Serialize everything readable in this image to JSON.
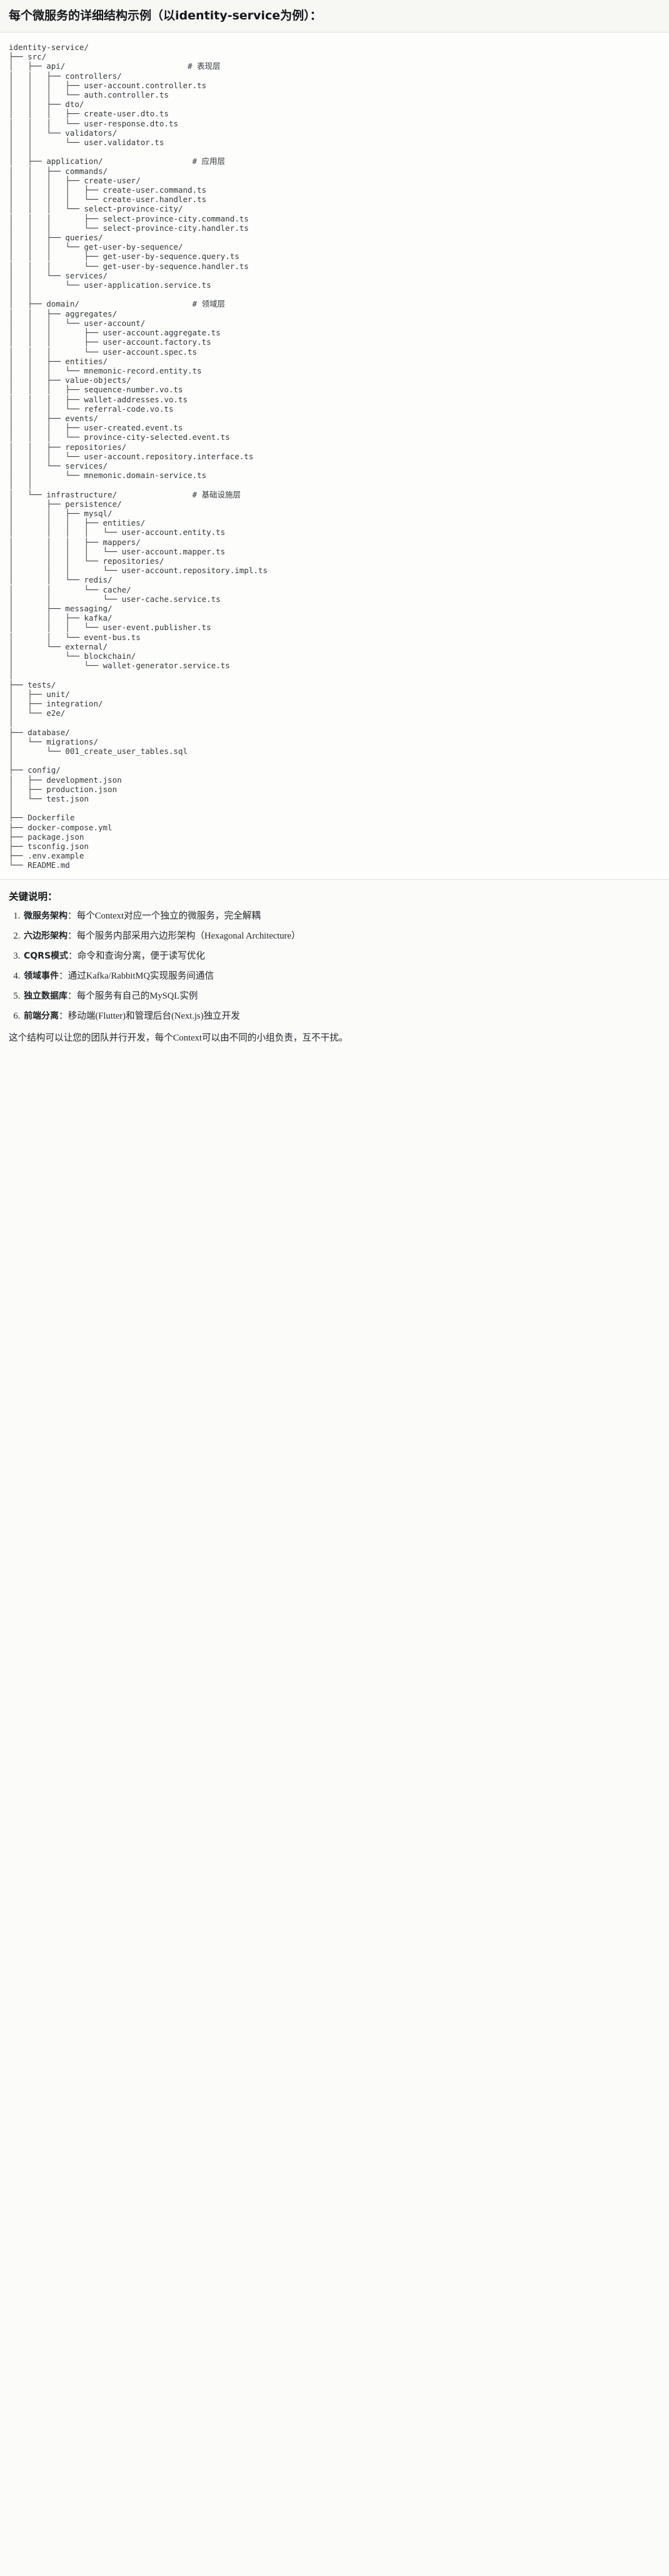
{
  "title": {
    "text": "每个微服务的详细结构示例（以identity-service为例）："
  },
  "tree": {
    "text": "identity-service/\n├── src/\n│   ├── api/                          # 表现层\n│   │   ├── controllers/\n│   │   │   ├── user-account.controller.ts\n│   │   │   └── auth.controller.ts\n│   │   ├── dto/\n│   │   │   ├── create-user.dto.ts\n│   │   │   └── user-response.dto.ts\n│   │   └── validators/\n│   │       └── user.validator.ts\n│   │\n│   ├── application/                   # 应用层\n│   │   ├── commands/\n│   │   │   ├── create-user/\n│   │   │   │   ├── create-user.command.ts\n│   │   │   │   └── create-user.handler.ts\n│   │   │   └── select-province-city/\n│   │   │       ├── select-province-city.command.ts\n│   │   │       └── select-province-city.handler.ts\n│   │   ├── queries/\n│   │   │   └── get-user-by-sequence/\n│   │   │       ├── get-user-by-sequence.query.ts\n│   │   │       └── get-user-by-sequence.handler.ts\n│   │   └── services/\n│   │       └── user-application.service.ts\n│   │\n│   ├── domain/                        # 领域层\n│   │   ├── aggregates/\n│   │   │   └── user-account/\n│   │   │       ├── user-account.aggregate.ts\n│   │   │       ├── user-account.factory.ts\n│   │   │       └── user-account.spec.ts\n│   │   ├── entities/\n│   │   │   └── mnemonic-record.entity.ts\n│   │   ├── value-objects/\n│   │   │   ├── sequence-number.vo.ts\n│   │   │   ├── wallet-addresses.vo.ts\n│   │   │   └── referral-code.vo.ts\n│   │   ├── events/\n│   │   │   ├── user-created.event.ts\n│   │   │   └── province-city-selected.event.ts\n│   │   ├── repositories/\n│   │   │   └── user-account.repository.interface.ts\n│   │   └── services/\n│   │       └── mnemonic.domain-service.ts\n│   │\n│   └── infrastructure/                # 基础设施层\n│       ├── persistence/\n│       │   ├── mysql/\n│       │   │   ├── entities/\n│       │   │   │   └── user-account.entity.ts\n│       │   │   ├── mappers/\n│       │   │   │   └── user-account.mapper.ts\n│       │   │   └── repositories/\n│       │   │       └── user-account.repository.impl.ts\n│       │   └── redis/\n│       │       └── cache/\n│       │           └── user-cache.service.ts\n│       ├── messaging/\n│       │   ├── kafka/\n│       │   │   └── user-event.publisher.ts\n│       │   └── event-bus.ts\n│       └── external/\n│           └── blockchain/\n│               └── wallet-generator.service.ts\n│\n├── tests/\n│   ├── unit/\n│   ├── integration/\n│   └── e2e/\n│\n├── database/\n│   └── migrations/\n│       └── 001_create_user_tables.sql\n│\n├── config/\n│   ├── development.json\n│   ├── production.json\n│   └── test.json\n│\n├── Dockerfile\n├── docker-compose.yml\n├── package.json\n├── tsconfig.json\n├── .env.example\n└── README.md"
  },
  "keys": {
    "heading": "关键说明：",
    "items": [
      {
        "term": "微服务架构",
        "desc": "：每个Context对应一个独立的微服务，完全解耦"
      },
      {
        "term": "六边形架构",
        "desc": "：每个服务内部采用六边形架构（Hexagonal Architecture）"
      },
      {
        "term": "CQRS模式",
        "desc": "：命令和查询分离，便于读写优化"
      },
      {
        "term": "领域事件",
        "desc": "：通过Kafka/RabbitMQ实现服务间通信"
      },
      {
        "term": "独立数据库",
        "desc": "：每个服务有自己的MySQL实例"
      },
      {
        "term": "前端分离",
        "desc": "：移动端(Flutter)和管理后台(Next.js)独立开发"
      }
    ],
    "closing": "这个结构可以让您的团队并行开发，每个Context可以由不同的小组负责，互不干扰。"
  },
  "colors": {
    "page_bg": "#fbfbf9",
    "title_bg": "#f7f7f3",
    "code_bg": "#fdfdfb",
    "border": "#e3e3dc",
    "text": "#1f2328",
    "code_text": "#30363d"
  }
}
